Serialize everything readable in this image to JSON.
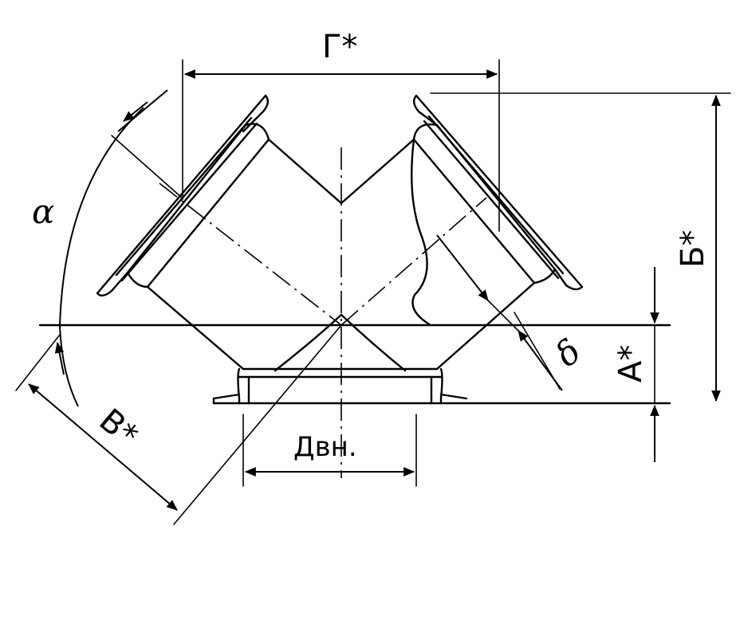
{
  "labels": {
    "gamma": "Г*",
    "b": "Б*",
    "a": "А*",
    "v": "В*",
    "alpha": "α",
    "delta": "δ",
    "dvn": "Двн."
  }
}
